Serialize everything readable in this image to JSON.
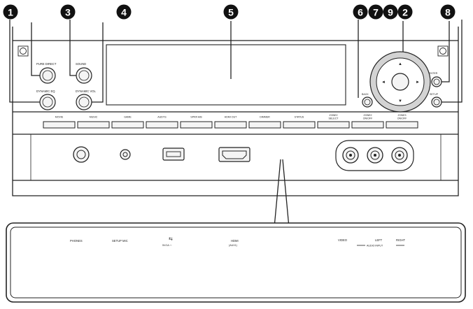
{
  "callouts": [
    "1",
    "3",
    "4",
    "5",
    "6",
    "7",
    "9",
    "2",
    "8"
  ],
  "buttons": {
    "pure_direct": "PURE DIRECT",
    "sound": "SOUND",
    "dynamic_eq": "DYNAMIC EQ",
    "dynamic_vol": "DYNAMIC VOL",
    "back": "BACK",
    "enter": "ENTER",
    "setup": "SETUP"
  },
  "cursor": {
    "up": "▲",
    "down": "▼",
    "left": "◄",
    "right": "►"
  },
  "source_buttons": [
    {
      "line1": "",
      "line2": "MOVIE"
    },
    {
      "line1": "",
      "line2": "MUSIC"
    },
    {
      "line1": "",
      "line2": "GAME"
    },
    {
      "line1": "",
      "line2": "AUDYS"
    },
    {
      "line1": "",
      "line2": "SPKR A/B"
    },
    {
      "line1": "",
      "line2": "HDMI OUT"
    },
    {
      "line1": "",
      "line2": "DIMMER"
    },
    {
      "line1": "",
      "line2": "STATUS"
    },
    {
      "line1": "ZONE2",
      "line2": "SELECT"
    },
    {
      "line1": "ZONE2",
      "line2": "ON/OFF"
    },
    {
      "line1": "ZONE3",
      "line2": "ON/OFF"
    }
  ],
  "panel_labels": {
    "phones": "PHONES",
    "setup_mic": "SETUP MIC",
    "usb_symbol": "⇆",
    "usb_spec": "5V/1A ⎓",
    "hdmi": "HDMI",
    "hdmi_sub": "(AUX1)",
    "video": "VIDEO",
    "left": "LEFT",
    "audio_input": "AUDIO INPUT",
    "right": "RIGHT"
  }
}
